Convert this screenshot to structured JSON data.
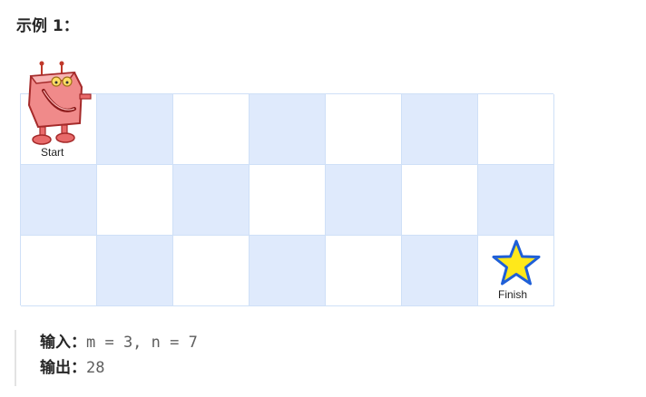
{
  "heading": "示例 1：",
  "grid": {
    "rows": 3,
    "cols": 7,
    "start_label": "Start",
    "finish_label": "Finish"
  },
  "example": {
    "input_label": "输入：",
    "input_value": "m = 3, n = 7",
    "output_label": "输出：",
    "output_value": "28"
  },
  "colors": {
    "shaded_cell": "#dfeafc",
    "light_cell": "#ffffff",
    "grid_border": "#cfe0f7",
    "robot_body": "#e86a6a",
    "star_fill": "#ffe81a",
    "star_stroke": "#1e5fd8"
  },
  "icons": {
    "robot": "robot-icon",
    "star": "star-icon"
  }
}
